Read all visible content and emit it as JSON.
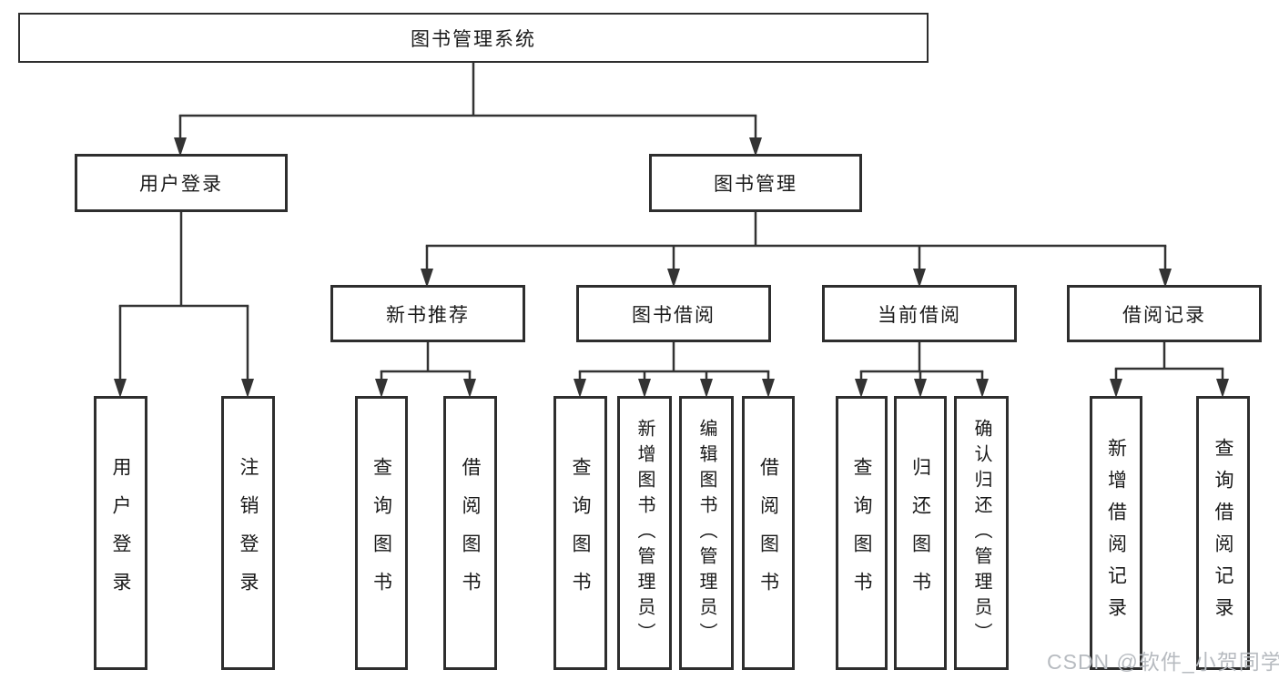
{
  "tree": {
    "root": {
      "label": "图书管理系统"
    },
    "branches": [
      {
        "label": "用户登录",
        "children": [
          {
            "label": "用户登录"
          },
          {
            "label": "注销登录"
          }
        ]
      },
      {
        "label": "图书管理",
        "children": [
          {
            "label": "新书推荐",
            "children": [
              {
                "label": "查询图书"
              },
              {
                "label": "借阅图书"
              }
            ]
          },
          {
            "label": "图书借阅",
            "children": [
              {
                "label": "查询图书"
              },
              {
                "label": "新增图书（管理员）"
              },
              {
                "label": "编辑图书（管理员）"
              },
              {
                "label": "借阅图书"
              }
            ]
          },
          {
            "label": "当前借阅",
            "children": [
              {
                "label": "查询图书"
              },
              {
                "label": "归还图书"
              },
              {
                "label": "确认归还（管理员）"
              }
            ]
          },
          {
            "label": "借阅记录",
            "children": [
              {
                "label": "新增借阅记录"
              },
              {
                "label": "查询借阅记录"
              }
            ]
          }
        ]
      }
    ]
  },
  "watermark": {
    "text": "CSDN @软件_小贺同学"
  },
  "colors": {
    "line": "#333333",
    "border": "#2e2e2e",
    "watermark": "#b7bbc0"
  }
}
